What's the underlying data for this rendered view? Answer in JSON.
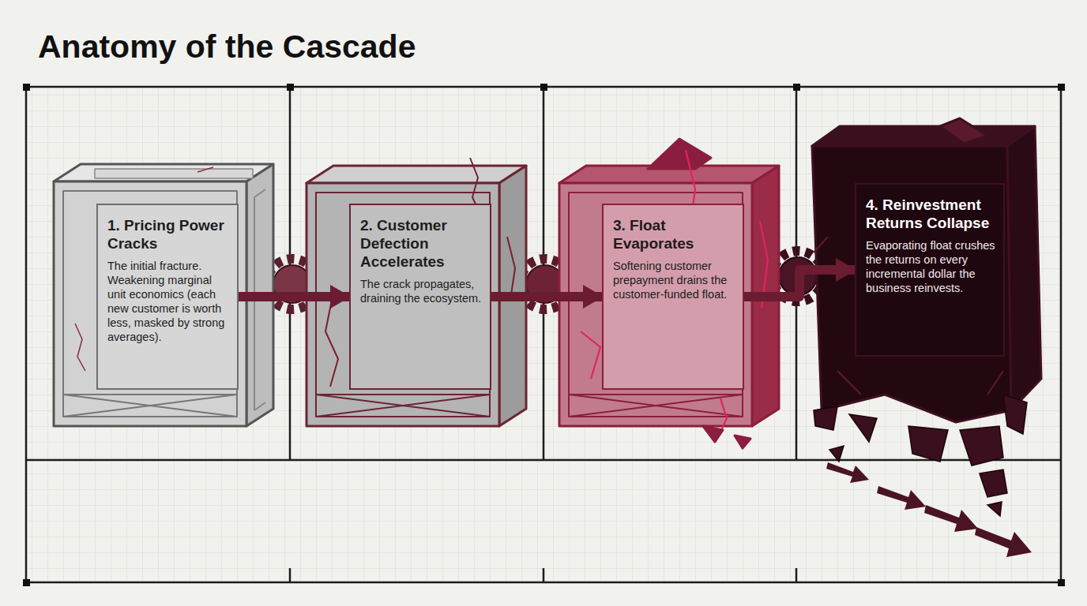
{
  "diagram": {
    "title": "Anatomy of the Cascade",
    "nodes": [
      {
        "text": [
          "1. Pricing Power Cracks",
          "The initial fracture. Weakening marginal unit economics (each new customer is worth less, masked by strong averages)."
        ]
      },
      {
        "text": [
          "2. Customer Defection Accelerates",
          "The crack propagates, draining the ecosystem."
        ]
      },
      {
        "text": [
          "3. Float Evaporates",
          "Softening customer prepayment drains the customer-funded float."
        ]
      },
      {
        "text": [
          "4. Reinvestment Returns Collapse",
          "Evaporating float crushes the returns on every incremental dollar the business reinvests."
        ]
      }
    ],
    "edges": [
      {
        "from": 0,
        "to": 1,
        "arrow": "to"
      },
      {
        "from": 1,
        "to": 2,
        "arrow": "to"
      },
      {
        "from": 2,
        "to": 3,
        "arrow": "to"
      }
    ]
  }
}
